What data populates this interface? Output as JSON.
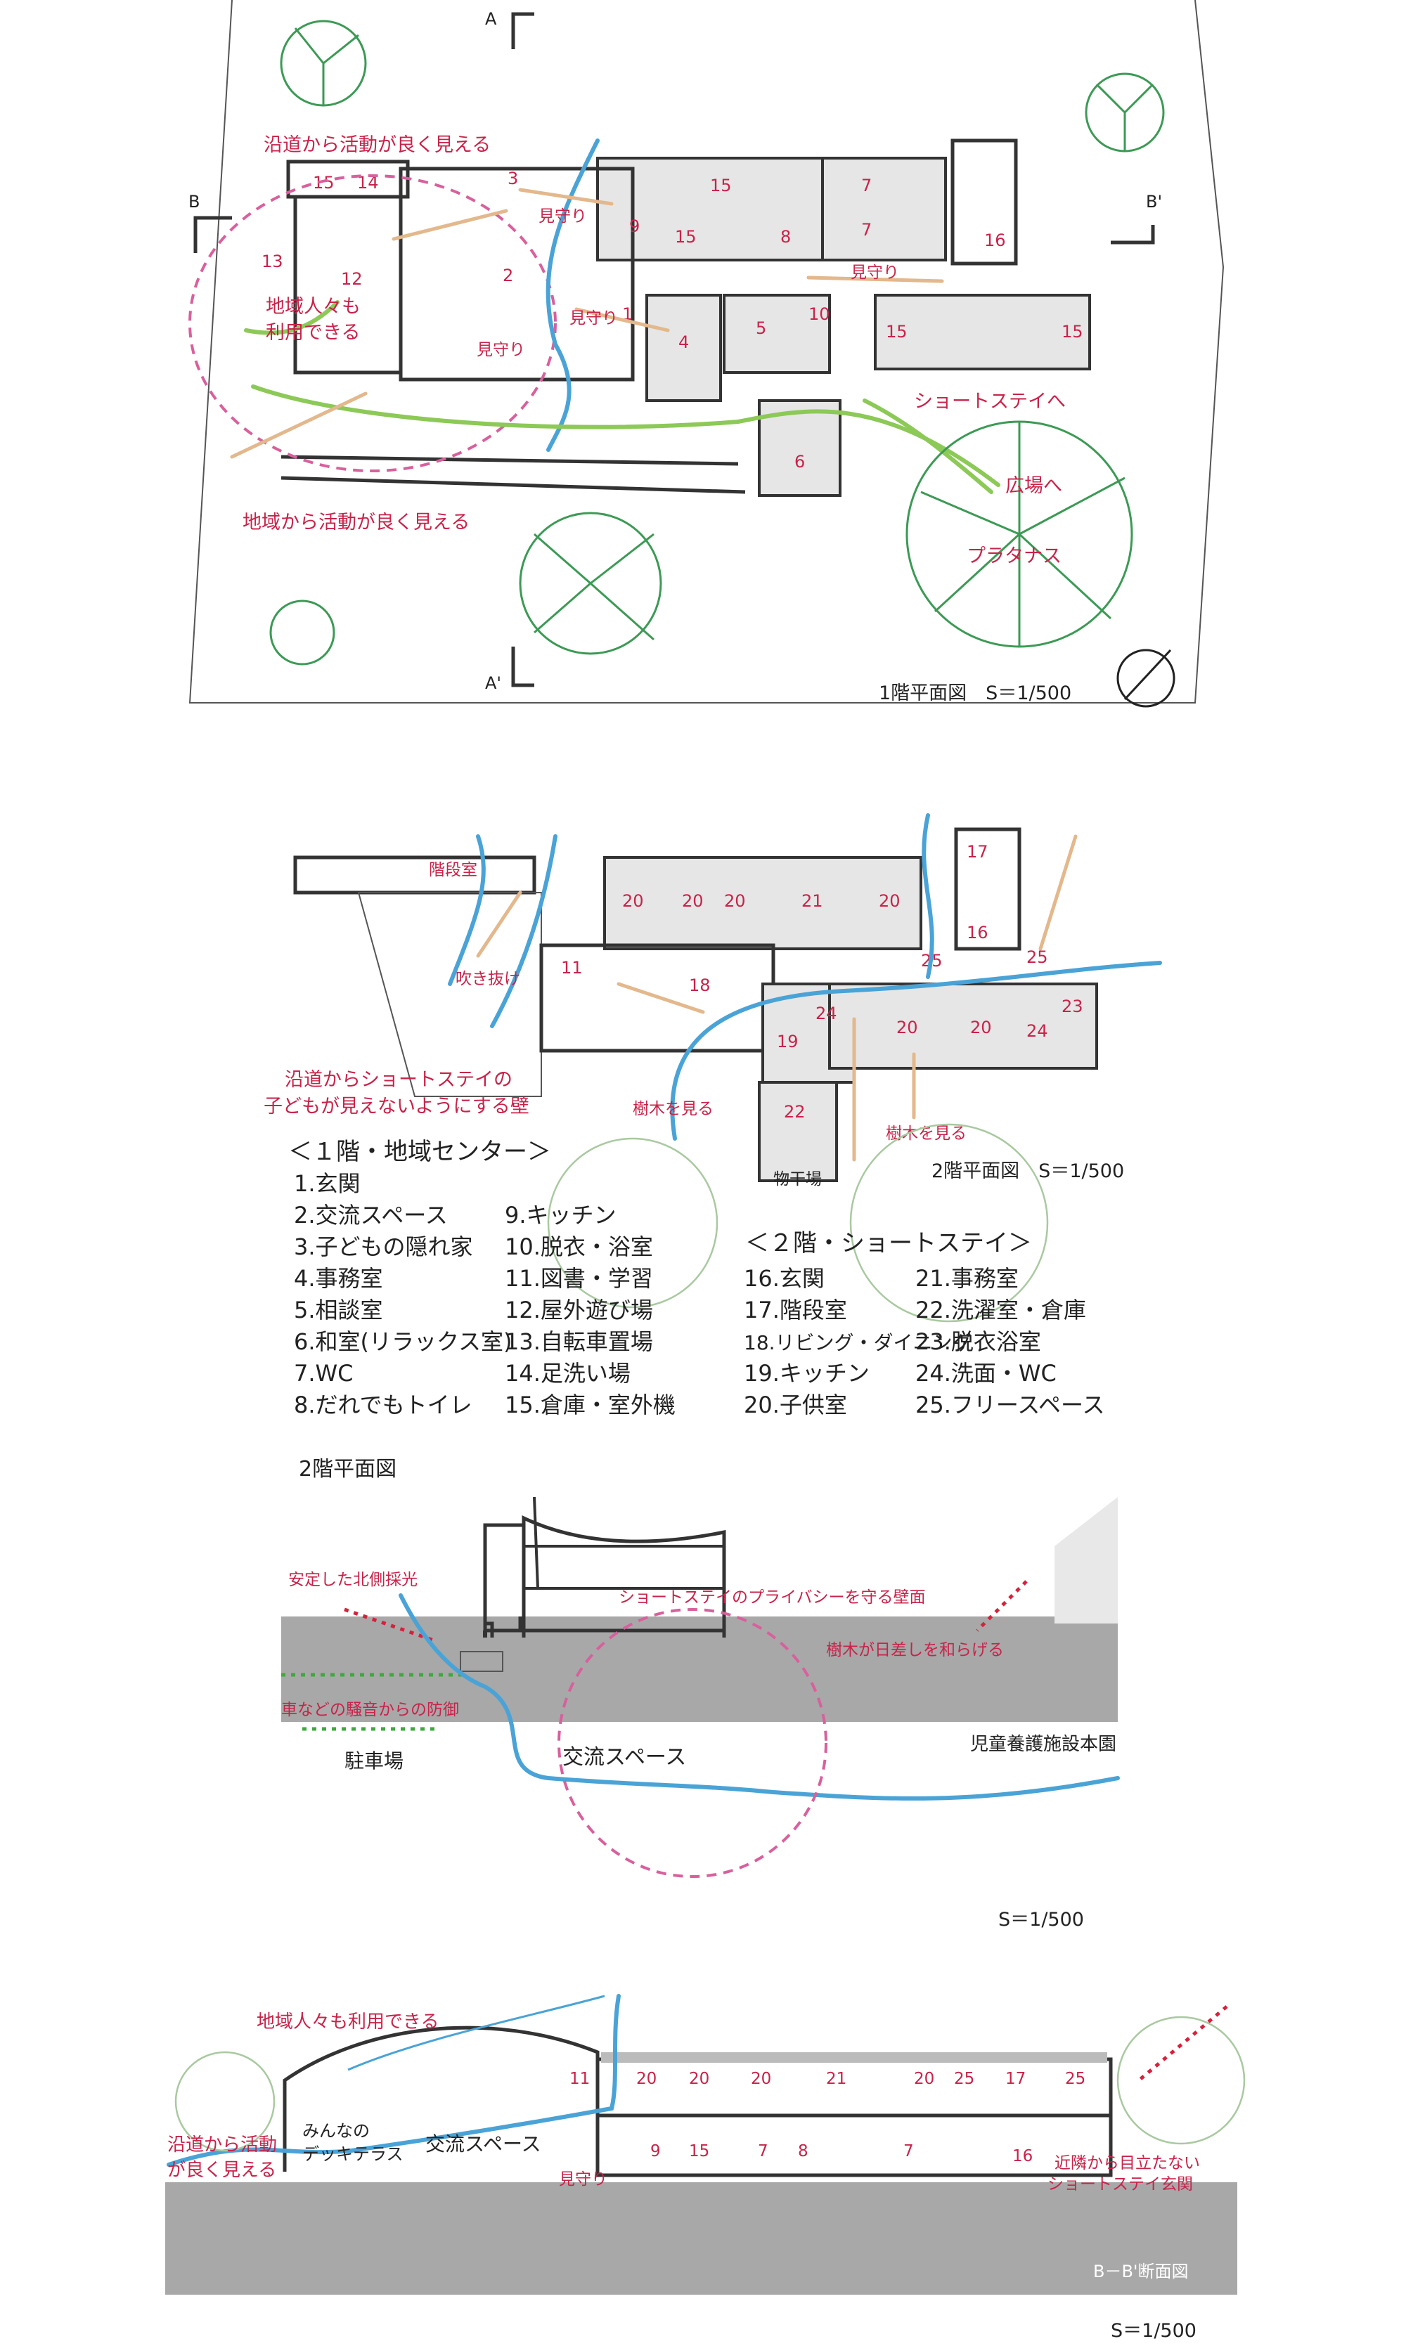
{
  "plan1": {
    "title": "1階平面図　S＝1/500",
    "section_marks": {
      "a_top": "A",
      "a_bottom": "A'",
      "b_left": "B",
      "b_right": "B'"
    },
    "annotations": {
      "road_view": "沿道から活動が良く見える",
      "community_use_1": "地域人々も",
      "community_use_2": "利用できる",
      "community_view": "地域から活動が良く見える",
      "mimamori_1": "見守り",
      "mimamori_2": "見守り",
      "mimamori_3": "見守り",
      "mimamori_4": "見守り",
      "to_shortstay": "ショートステイへ",
      "to_plaza": "広場へ",
      "platanus": "プラタナス"
    },
    "room_numbers": [
      "15",
      "14",
      "3",
      "15",
      "7",
      "9",
      "15",
      "8",
      "7",
      "16",
      "13",
      "12",
      "2",
      "1",
      "4",
      "5",
      "10",
      "15",
      "15",
      "6"
    ]
  },
  "plan2": {
    "title": "2階平面図　S＝1/500",
    "stair_label": "階段室",
    "void_label": "吹き抜け",
    "wall_note_1": "沿道からショートステイの",
    "wall_note_2": "子どもが見えないようにする壁",
    "tree_view_1": "樹木を見る",
    "tree_view_2": "樹木を見る",
    "drying": "物干場",
    "room_numbers": [
      "20",
      "20",
      "20",
      "21",
      "20",
      "17",
      "16",
      "25",
      "11",
      "18",
      "24",
      "19",
      "20",
      "20",
      "24",
      "23",
      "22",
      "25"
    ]
  },
  "legend": {
    "floor1_heading": "＜１階・地域センター＞",
    "floor2_heading": "＜２階・ショートステイ＞",
    "floor1_items": [
      "1.玄関",
      "2.交流スペース",
      "3.子どもの隠れ家",
      "4.事務室",
      "5.相談室",
      "6.和室(リラックス室)",
      "7.WC",
      "8.だれでもトイレ"
    ],
    "floor1_items_b": [
      "9.キッチン",
      "10.脱衣・浴室",
      "11.図書・学習",
      "12.屋外遊び場",
      "13.自転車置場",
      "14.足洗い場",
      "15.倉庫・室外機"
    ],
    "floor2_items": [
      "16.玄関",
      "17.階段室",
      "18.リビング・ダイニング",
      "19.キッチン",
      "20.子供室"
    ],
    "floor2_items_b": [
      "21.事務室",
      "22.洗濯室・倉庫",
      "23.脱衣浴室",
      "24.洗面・WC",
      "25.フリースペース"
    ],
    "footer": "2階平面図"
  },
  "section_a": {
    "north_light": "安定した北側採光",
    "privacy_wall": "ショートステイのプライバシーを守る壁面",
    "tree_shade": "樹木が日差しを和らげる",
    "noise": "車などの騒音からの防御",
    "parking": "駐車場",
    "exchange": "交流スペース",
    "main_facility": "児童養護施設本園",
    "scale": "S＝1/500"
  },
  "section_b": {
    "community_use": "地域人々も利用できる",
    "road_view_1": "沿道から活動",
    "road_view_2": "が良く見える",
    "deck_1": "みんなの",
    "deck_2": "デッキテラス",
    "exchange": "交流スペース",
    "mimamori": "見守り",
    "neighbor_1": "近隣から目立たない",
    "neighbor_2": "ショートステイ玄関",
    "upper_rooms": [
      "11",
      "20",
      "20",
      "20",
      "21",
      "20",
      "25",
      "17",
      "25"
    ],
    "lower_rooms": [
      "9",
      "15",
      "7",
      "8",
      "7",
      "16"
    ],
    "title": "B－B'断面図",
    "scale": "S＝1/500"
  },
  "colors": {
    "accent_red": "#c8234a",
    "flow_blue": "#4aa3d6",
    "flow_green": "#8cc957",
    "sight_tan": "#e3b88c",
    "zone_pink": "#d8609c"
  }
}
